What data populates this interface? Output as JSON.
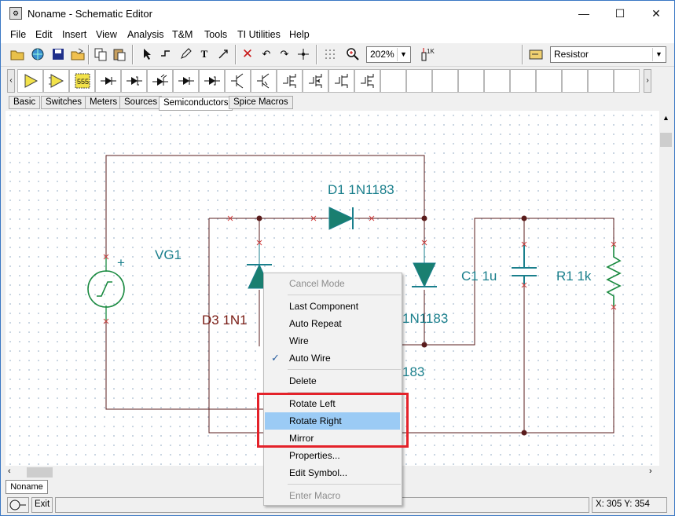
{
  "window": {
    "title": "Noname - Schematic Editor"
  },
  "menubar": {
    "items": [
      "File",
      "Edit",
      "Insert",
      "View",
      "Analysis",
      "T&M",
      "Tools",
      "TI Utilities",
      "Help"
    ]
  },
  "toolbar": {
    "zoom_value": "202%",
    "component_value": "Resistor"
  },
  "palette_tabs": [
    "Basic",
    "Switches",
    "Meters",
    "Sources",
    "Semiconductors",
    "Spice Macros"
  ],
  "active_tab": "Semiconductors",
  "schematic": {
    "labels": {
      "d1": "D1 1N1183",
      "vg1": "VG1",
      "c1": "C1 1u",
      "r1": "R1 1k",
      "d3": "D3 1N1",
      "d2_partial": "1N1183",
      "d4_partial": "183",
      "vg_plus": "+"
    }
  },
  "context_menu": {
    "items": [
      {
        "label": "Cancel Mode",
        "disabled": true
      },
      {
        "label": "Last Component"
      },
      {
        "label": "Auto Repeat"
      },
      {
        "label": "Wire"
      },
      {
        "label": "Auto Wire",
        "checked": true
      },
      {
        "label": "Delete"
      },
      {
        "label": "Rotate Left"
      },
      {
        "label": "Rotate Right",
        "highlighted": true
      },
      {
        "label": "Mirror"
      },
      {
        "label": "Properties..."
      },
      {
        "label": "Edit Symbol..."
      },
      {
        "label": "Enter Macro",
        "disabled": true
      }
    ]
  },
  "document_tab": "Noname",
  "statusbar": {
    "exit_label": "Exit",
    "coords": "X: 305  Y: 354"
  },
  "colors": {
    "component": "#1a7f8c",
    "wire": "#6b2020",
    "highlight": "#e4222a",
    "menu_hover": "#9bcbf5"
  }
}
